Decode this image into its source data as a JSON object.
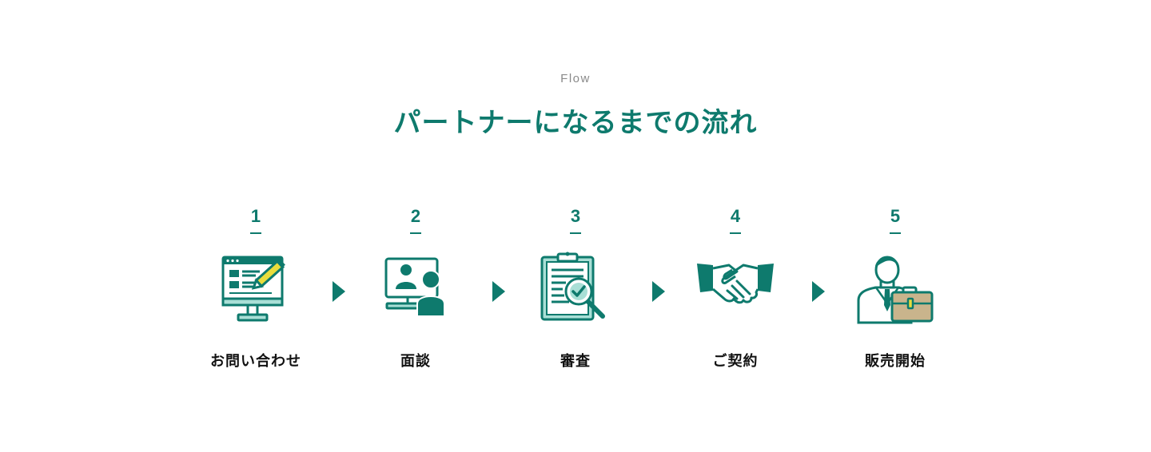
{
  "section": {
    "eyebrow": "Flow",
    "title": "パートナーになるまでの流れ"
  },
  "colors": {
    "accent": "#0e7a6d",
    "accent_light": "#a9dfd6",
    "yellow": "#e9dd3c",
    "tan": "#c9b48c"
  },
  "steps": [
    {
      "number": "1",
      "label": "お問い合わせ",
      "icon": "computer-form-icon"
    },
    {
      "number": "2",
      "label": "面談",
      "icon": "video-meeting-icon"
    },
    {
      "number": "3",
      "label": "審査",
      "icon": "clipboard-review-icon"
    },
    {
      "number": "4",
      "label": "ご契約",
      "icon": "handshake-icon"
    },
    {
      "number": "5",
      "label": "販売開始",
      "icon": "businessman-briefcase-icon"
    }
  ]
}
